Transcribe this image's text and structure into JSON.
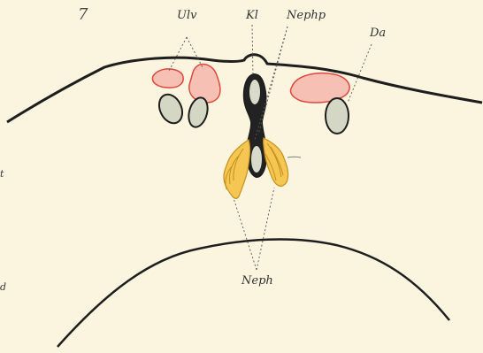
{
  "figure": {
    "number": "7",
    "labels": {
      "ulv": "Ulv",
      "kl": "Kl",
      "nephp": "Nephp",
      "da": "Da",
      "neph": "Neph",
      "edge_left_top": "t",
      "edge_left_bottom": "d"
    }
  },
  "colors": {
    "background": "#fbf5e0",
    "outline": "#1e1e1e",
    "red_vessel_fill": "#f6c0b4",
    "red_vessel_stroke": "#e0473e",
    "grey_fill": "#d4d7c4",
    "nephron_fill": "#f6c652",
    "nephron_stroke": "#c5901d",
    "guide_line": "#555555"
  }
}
